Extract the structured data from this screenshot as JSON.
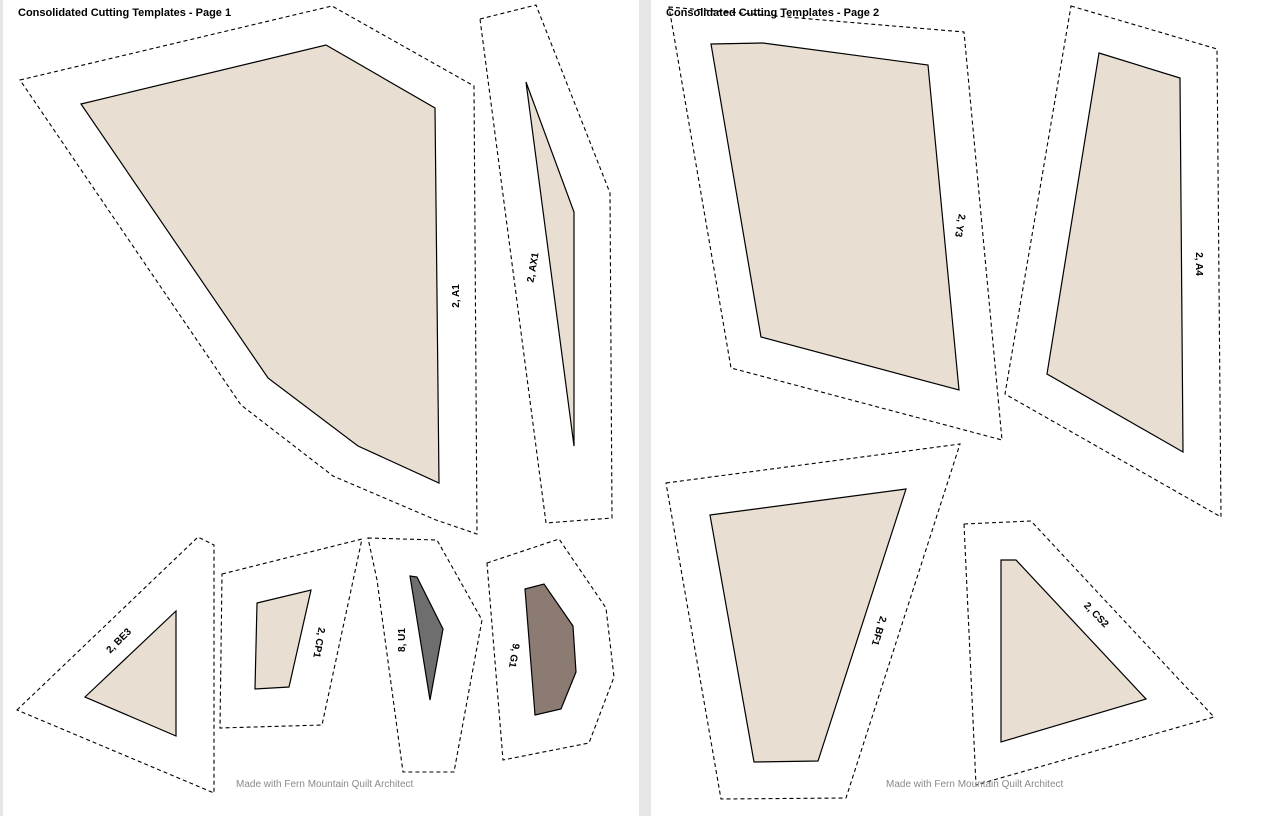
{
  "colors": {
    "fabric_light": "#e8dfd2",
    "fabric_dark": "#6e6e6e",
    "fabric_brown": "#8b7b72",
    "background": "#e6e6e6",
    "footer_text": "#8a8a8a"
  },
  "pages": [
    {
      "title": "Consolidated Cutting Templates - Page 1",
      "footer": "Made with Fern Mountain Quilt Architect",
      "templates": [
        {
          "label": "2, A1",
          "fabric": "fabric_light"
        },
        {
          "label": "2, AX1",
          "fabric": "fabric_light"
        },
        {
          "label": "2, BE3",
          "fabric": "fabric_light"
        },
        {
          "label": "2, CP1",
          "fabric": "fabric_light"
        },
        {
          "label": "8, U1",
          "fabric": "fabric_dark"
        },
        {
          "label": "9, G1",
          "fabric": "fabric_brown"
        }
      ]
    },
    {
      "title": "Consolidated Cutting Templates - Page 2",
      "footer": "Made with Fern Mountain Quilt Architect",
      "templates": [
        {
          "label": "2, Y3",
          "fabric": "fabric_light"
        },
        {
          "label": "2, A4",
          "fabric": "fabric_light"
        },
        {
          "label": "2, BF1",
          "fabric": "fabric_light"
        },
        {
          "label": "2, CS2",
          "fabric": "fabric_light"
        }
      ]
    }
  ]
}
